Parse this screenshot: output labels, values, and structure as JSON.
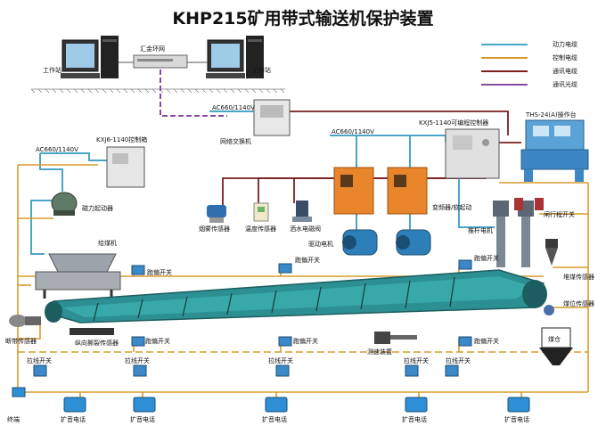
{
  "title": "KHP215矿用带式输送机保护装置",
  "legend": [
    {
      "label": "动力电缆",
      "color": "#4aa6c8"
    },
    {
      "label": "控制电缆",
      "color": "#d99a2c"
    },
    {
      "label": "通讯电缆",
      "color": "#7a1f1f"
    },
    {
      "label": "通讯光缆",
      "color": "#8b4aa0"
    }
  ],
  "labels": {
    "hub": "汇金环网",
    "workstation_left": "工作站",
    "workstation_right": "工作站",
    "network_switch": "网络交换机",
    "ac_1": "AC660/1140V",
    "ac_2": "AC660/1140V",
    "ac_3": "AC660/1140V",
    "kxj5": "KXJ5-1140可编程控制器",
    "ths": "THS-24(A)操作台",
    "kxj6": "KXJ6-1140控制箱",
    "magnetic_starter": "磁力起动器",
    "smoke_sensor": "烟雾传感器",
    "temp_sensor": "温度传感器",
    "water_valve": "洒水电磁阀",
    "inverter": "变频器/软起动",
    "gate_switch": "闸行程开关",
    "feeder": "给煤机",
    "drive_motor": "驱动电机",
    "pushrod_motor": "推杆电机",
    "deviation_1": "跑偏开关",
    "deviation_2": "跑偏开关",
    "deviation_3": "跑偏开关",
    "deviation_4": "跑偏开关",
    "deviation_5": "跑偏开关",
    "deviation_6": "跑偏开关",
    "pile_sensor": "堆煤传感器",
    "coal_level_sensor": "煤位传感器",
    "break_sensor": "断带传感器",
    "tear_sensor": "纵向撕裂传感器",
    "pull_1": "拉线开关",
    "pull_2": "拉线开关",
    "pull_3": "拉线开关",
    "pull_4": "拉线开关",
    "pull_5": "拉线开关",
    "speed_device": "测速装置",
    "coal_bin": "煤仓",
    "terminal": "终端",
    "phone_1": "扩音电话",
    "phone_2": "扩音电话",
    "phone_3": "扩音电话",
    "phone_4": "扩音电话",
    "phone_5": "扩音电话"
  }
}
